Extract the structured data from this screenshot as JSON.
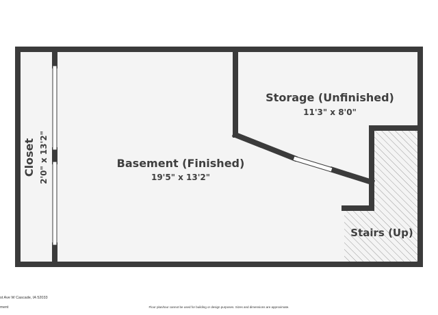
{
  "rooms": {
    "closet": {
      "name": "Closet",
      "dims": "2'0\" x 13'2\""
    },
    "basement": {
      "name": "Basement (Finished)",
      "dims": "19'5\" x 13'2\""
    },
    "storage": {
      "name": "Storage (Unfinished)",
      "dims": "11'3\" x 8'0\""
    },
    "stairs": {
      "name": "Stairs (Up)"
    }
  },
  "footer": {
    "address": "st Ave W Cascade, IA 52033",
    "misc": "ment",
    "disclaimer": "Floor plan/tour cannot be used for building or design purposes. Sizes and dimensions are approximate."
  },
  "colors": {
    "wall": "#3b3b3b",
    "floor": "#f4f4f4",
    "hatch": "#9a9a9a"
  }
}
